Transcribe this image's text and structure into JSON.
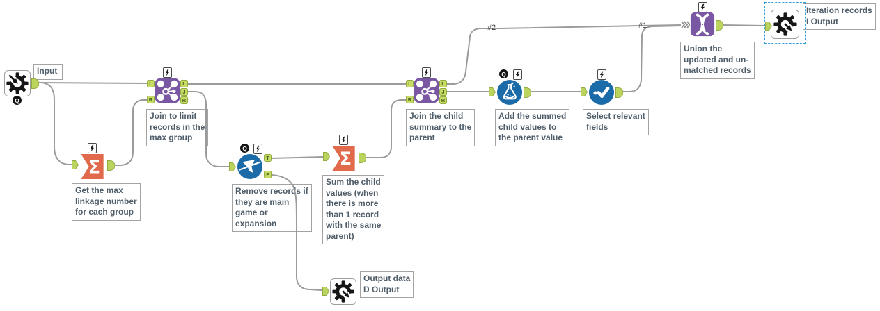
{
  "workflow": {
    "annotations": {
      "input": "Input",
      "summarize_max": "Get the max\nlinkage number\nfor each group",
      "join_limit": "Join to limit\nrecords in the\nmax group",
      "filter_remove": "Remove records if\nthey are main\ngame or\nexpansion",
      "summarize_children": "Sum the child\nvalues (when\nthere is more\nthan 1 record\nwith the same\nparent)",
      "output_data": "Output data\nD Output",
      "join_child": "Join the child\nsummary to the\nparent",
      "formula_add": "Add the summed\nchild values to\nthe parent value",
      "select_fields": "Select relevant\nfields",
      "union_records": "Union the\nupdated and un-\nmatched records",
      "iteration_output": "Iteration records\nI Output"
    },
    "wire_labels": {
      "second": "#2",
      "first": "#1"
    },
    "anchor_letters": {
      "L": "L",
      "J": "J",
      "R": "R",
      "T": "T",
      "F": "F"
    },
    "badges": {
      "question": "Q"
    },
    "colors": {
      "join_purple": "#7a57a3",
      "summarize_orange": "#e06a4b",
      "tool_blue": "#1b6ba8",
      "anchor_green": "#c8db66",
      "anchor_border_green": "#93ac41",
      "wire_gray": "#9b9b9b",
      "selection_blue": "#2f9fe0",
      "annotation_text": "#4f5d69"
    }
  }
}
